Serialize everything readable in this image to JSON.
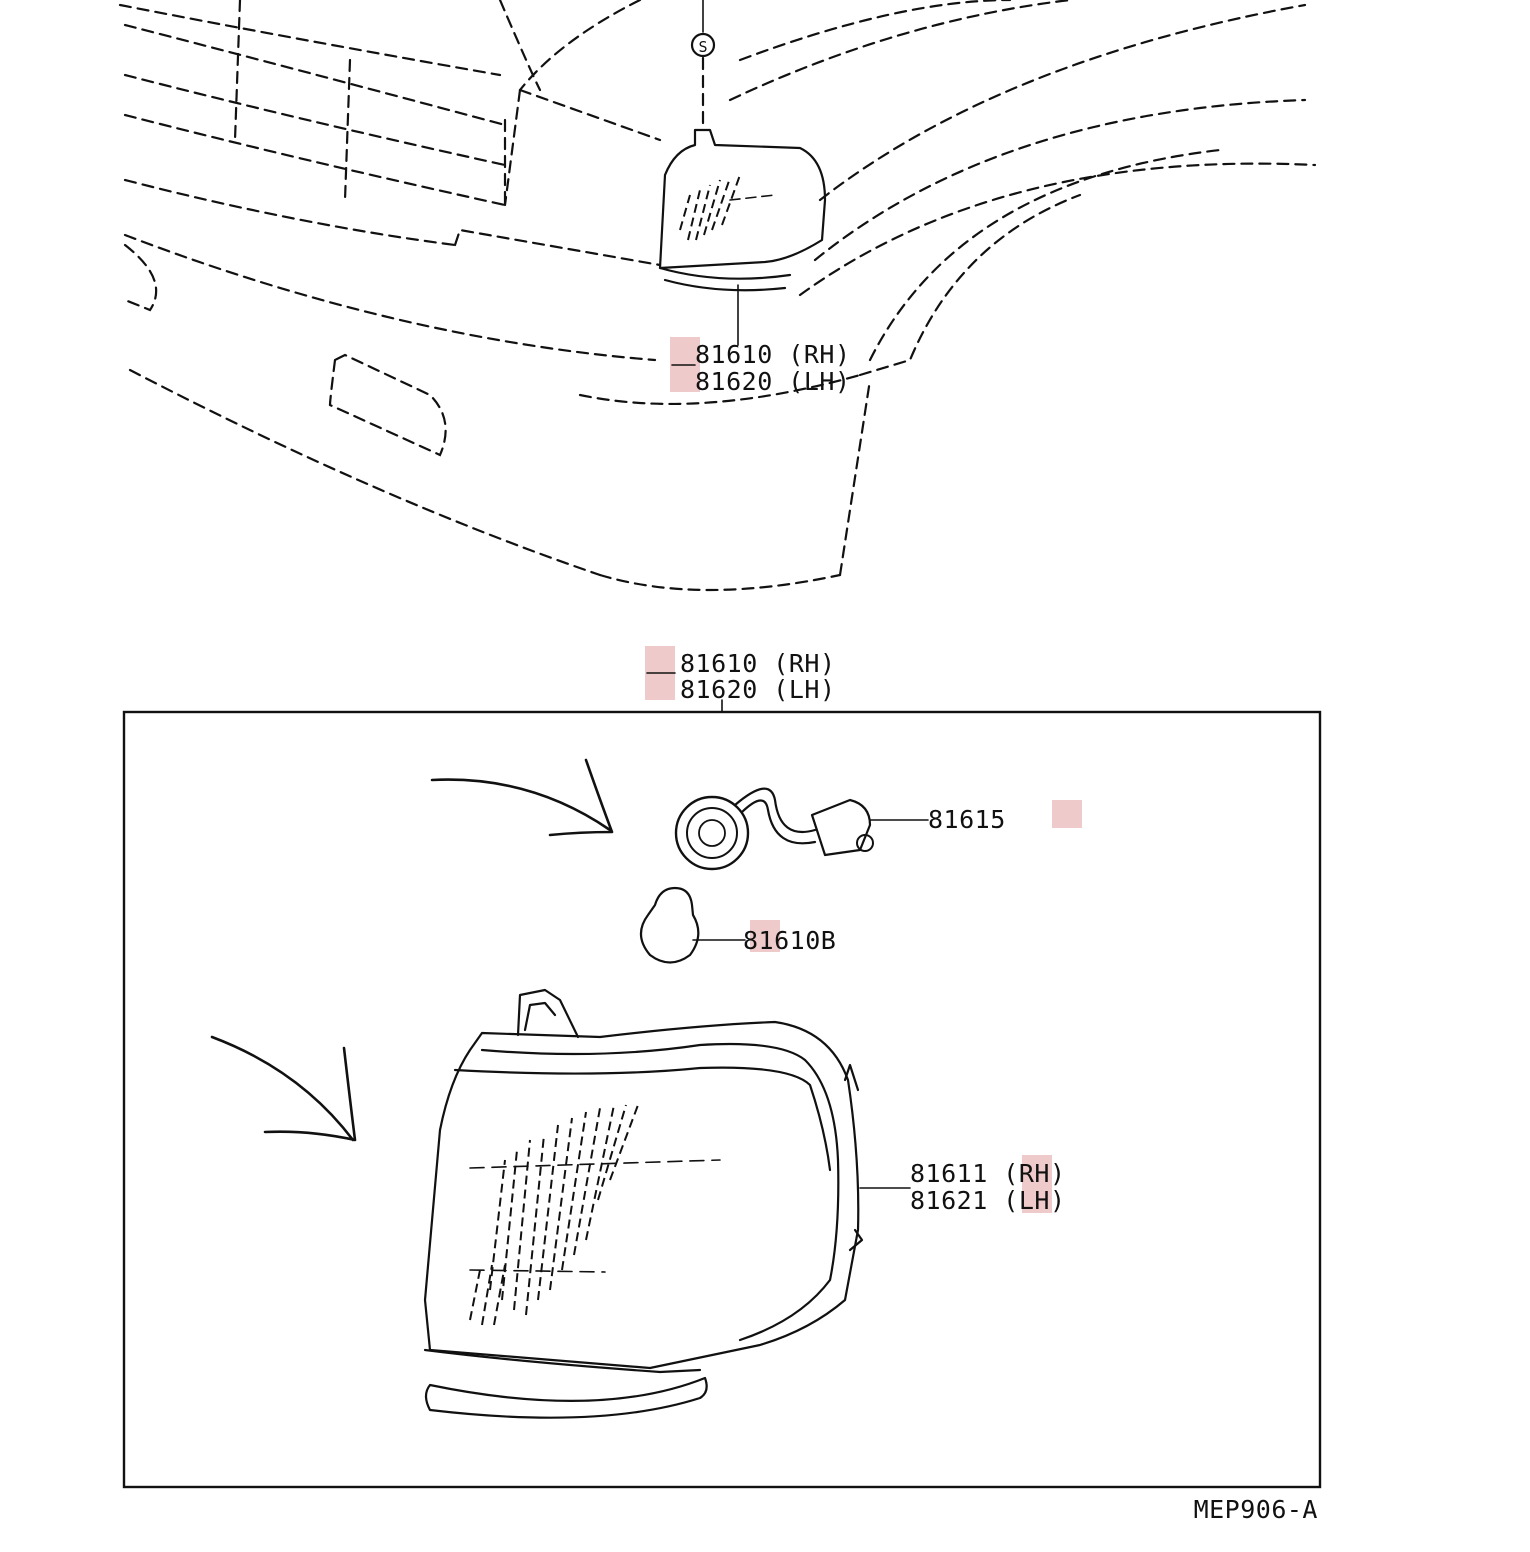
{
  "overview": {
    "callout_rh": "81610 (RH)",
    "callout_lh": "81620 (LH)",
    "screw_symbol": "S"
  },
  "detail": {
    "assembly_rh": "81610 (RH)",
    "assembly_lh": "81620 (LH)",
    "socket_part": "81615",
    "bulb_part": "81610B",
    "lens_rh": "81611 (RH)",
    "lens_lh": "81621 (LH)"
  },
  "figure_code": "MEP906-A",
  "colors": {
    "line": "#111111",
    "highlight": "#e9b8b8",
    "background": "#ffffff"
  },
  "icons": [
    "screw-icon",
    "arrow-icon",
    "socket-icon",
    "bulb-icon",
    "lamp-lens-icon"
  ]
}
